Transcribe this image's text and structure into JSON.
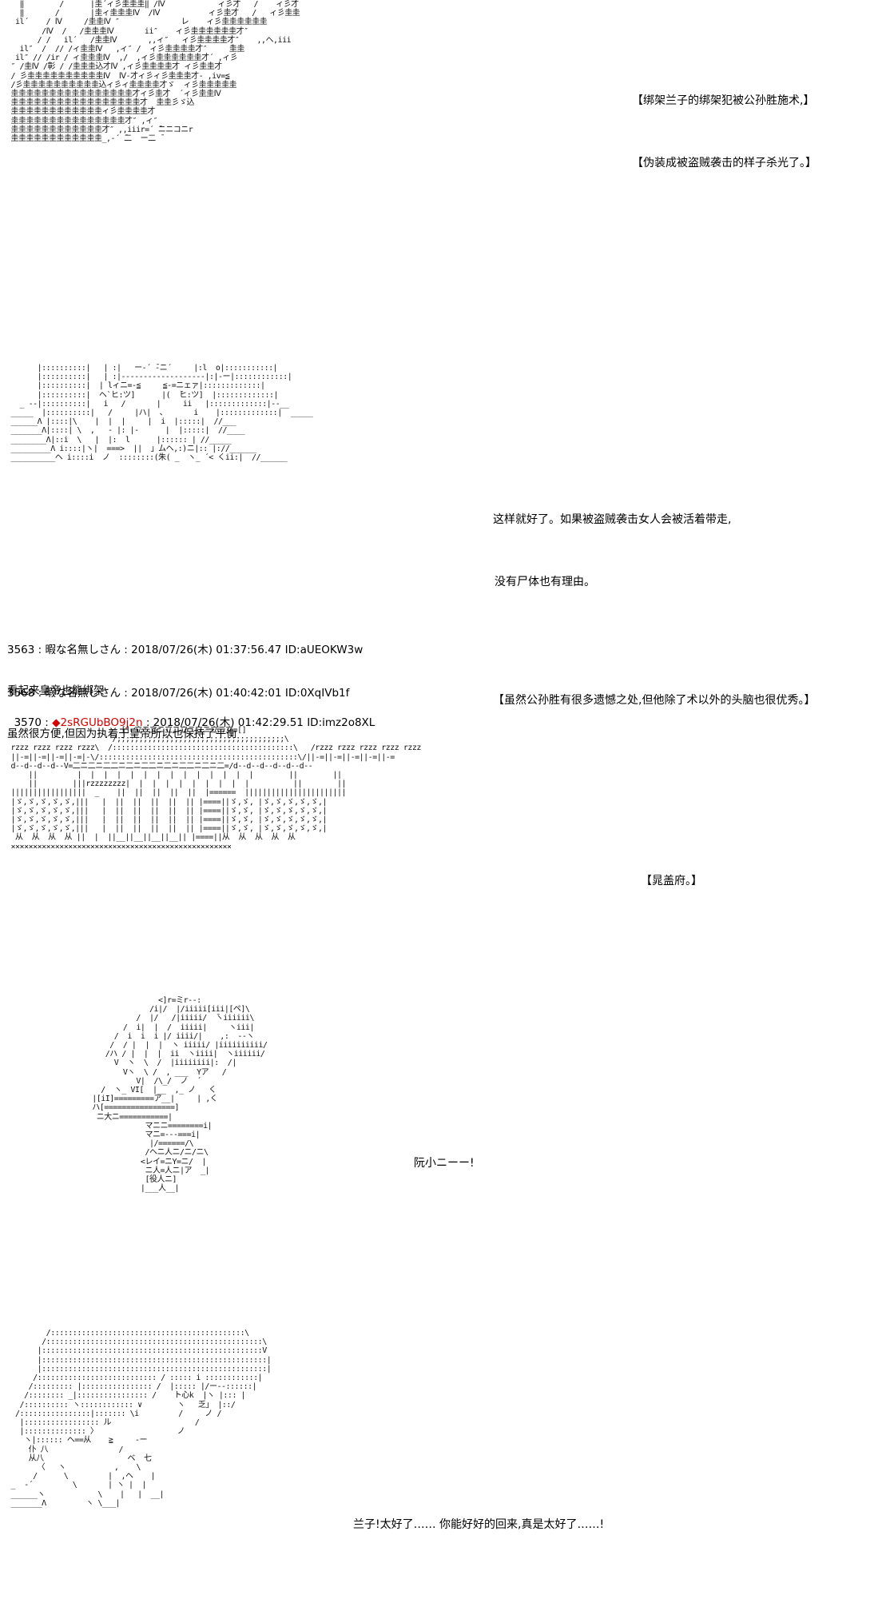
{
  "colors": {
    "background": "#ffffff",
    "text": "#000000",
    "trip": "#d40000"
  },
  "scene1": {
    "art": "   ‖        /      |圭´ィ彡圭圭圭‖ /Ⅳ            ィ彡才   /    ィ彡才\n   ‖       /       |圭ィ圭圭圭Ⅳ  /Ⅳ           ィ彡圭才   /   ィ彡圭圭\n  il´    / Ⅳ     /圭圭Ⅳ ″              レ    ィ彡圭圭圭圭圭圭\n        /Ⅳ  /   /圭圭圭Ⅳ       ii″    ィ彡圭圭圭圭圭圭才″\n       / /   il´   /圭圭Ⅳ       ,,ィ″   ィ彡圭圭圭圭才″    ,,ヘ,iii\n   il″  /  // /ィ圭圭Ⅳ   ,ィ″ /  ィ彡圭圭圭圭才″     ̄圭圭\n  il″ // /ir / ィ圭圭圭Ⅳ  ,/  ,ィ彡圭圭圭圭圭圭才´ ,ィ彡\n ″ /圭Ⅳ /彰 / /圭圭圭込才Ⅳ ,ィ彡圭圭圭圭才 ィ彡圭圭才\n / 彡圭圭圭圭圭圭圭圭圭圭Ⅳ  Ⅳ-才ィ彡ィ彡圭圭圭才- ,iv=≦\n /彡圭圭圭圭圭圭圭圭圭圭込ィ彡ィ圭圭圭圭才ゞ  ィ彡圭圭圭圭圭\n 圭圭圭圭圭圭圭圭圭圭圭圭圭圭圭圭才ィ彡圭才  ´ィ彡圭圭Ⅳ\n 圭圭圭圭圭圭圭圭圭圭圭圭圭圭圭圭圭才  圭圭彡ゞ込\n 圭圭圭圭圭圭圭圭圭圭圭圭ィ彡圭圭圭圭才\n 圭圭圭圭圭圭圭圭圭圭圭圭圭圭圭才″ ,ィ″\n 圭圭圭圭圭圭圭圭圭圭圭圭才″ ,,iiir=´ ̄ニニコニr\n 圭圭圭圭圭圭圭圭圭圭圭圭_,-´ ̄二  ー二 ̄",
    "lines": [
      "【绑架兰子的绑架犯被公孙胜施术,】",
      "【伪装成被盗贼袭击的样子杀光了。】"
    ]
  },
  "scene2": {
    "art": "       |::::::::::|   | :|   ー-´ ̄-ニ´     |:l  o|:::::::::::|\n       |::::::::::|   | :|-------------------|:|-ー|::::::::::::|\n       |::::::::::|  | lィニ=-≦     ≦-=ニェァ|:::::::::::::|\n       |::::::::::|  ヘ`ヒ:ツ]      |(  ̄ヒ:ツ]  |:::::::::::::|\n   _ -‐|::::::::::|   i   /       |     ii   |:::::::::::::|‐-__\n _____  |::::::::::|   /     |ハ|  、      i    |:::::::::::::|  _____\n ______Λ |::::|\\    |  |  |     |  i  |:::::|  //___\n _______Λ|::::| \\  ,   ‐ |: |-      |  |:::::|  //____\n ________Λ|::i  \\   |  |:  l      |:::::: | //_____\n _________Λ i::::|ヽ|  ===>  ||  」ムヘ,:)ニ|:: |://______\n __________ヘ i::::i  ノ  ::::::::(朱( _  ヽ_ ´< くii:|  //______",
    "lines": [
      "这样就好了。如果被盗贼袭击女人会被活着带走,",
      "没有尸体也有理由。",
      "",
      "【虽然公孙胜有很多遗憾之处,但他除了术以外的头脑也很优秀。】"
    ]
  },
  "posts": [
    {
      "header": "3563 : 暇な名無しさん : 2018/07/26(木) 01:37:56.47 ID:aUEOKW3w",
      "body": "看起来皇帝也能绑架"
    },
    {
      "header": "3568 : 暇な名無しさん : 2018/07/26(木) 01:40:42:01 ID:0XqIVb1f",
      "body": "虽然很方便,但因为执着于皇帝所以也保持了平衡"
    }
  ],
  "post3570": {
    "prefix": "3570 : ",
    "trip": "◆2sRGUbBO9j2n",
    "suffix": " : 2018/07/26(木) 01:42:29.51 ID:imz2o8XL"
  },
  "scene3": {
    "art": "                          []=立ニ立ニ立ニ立ニ立ニ立ニ立=[]\n                        /;;;;;;;;;;;;;;;;;;;;;;;;;;;;;;;;;;;;;;\\\n rzzz rzzz rzzz rzzz\\  /:::::::::::::::::::::::::::::::::::::::::\\   /rzzz rzzz rzzz rzzz rzzz\n ||-=||-=||-=||-=|-\\/:::::::::::::::::::::::::::::::::::::::::::::\\/||-=||-=||-=||-=||-=\n d--d--d--d--V=二ニ二ニ二二ニ二ニ二二ニ二ニ二二ニ二ニ二=/d--d--d--d--d--d--\n     ||         |  |  |  |  |  |  |  |  |  |  |  |  |  |        ||        ||\n     ||        |||rzzzzzzzz|  |  |  |  |  |  |  |  |  |          ||        ||\n |||||||||||||||||  _    ||  ||  ||  ||  ||  |======  |||||||||||||||||||||||\n |ゞ,ゞ,ゞ,ゞ,ゞ,|||   |  ||  ||  ||  ||  || |====||ゞ,ゞ, |ゞ,ゞ,ゞ,ゞ,ゞ,|\n |ゞ,ゞ,ゞ,ゞ,ゞ,|||   |  ||  ||  ||  ||  || |====||ゞ,ゞ, |ゞ,ゞ,ゞ,ゞ,ゞ,|\n |ゞ,ゞ,ゞ,ゞ,ゞ,|||   |  ||  ||  ||  ||  || |====||ゞ,ゞ, |ゞ,ゞ,ゞ,ゞ,ゞ,|\n |ゞ,ゞ,ゞ,ゞ,ゞ,|||   |  ||  ||  ||  ||  || |====||ゞ,ゞ, |ゞ,ゞ,ゞ,ゞ,ゞ,|\n  从  从  从  从 ||  |  ||__||__||__||__|| |====||从  从  从  从  从\n ××××××××××××××××××××××××××××××××××××××××××××××××××",
    "lines": [
      "【晁盖府。】"
    ]
  },
  "scene4": {
    "art": "                         <]r=ミr‐-:\n                       /i|/  |/iiiii[iii|[ペ]\\\n                    /  |/   /|iiiii/  ̄ヽiiiiii\\\n                 /  i|  |  /  iiiii|     ヽiii|\n               /  i  i  i |/ iiii/|    ,:  -‐ヽ\n              /  / |  |  |  ヽ iiiii/ |iiiiiiiiii/\n             /ハ / |  |  |  ii  ヽiiii|  ヽiiiiii/\n               V  ヽ  \\  /  |iiiiiiii|:  /|\n                 Vヽ  \\ /  , ___  Yア   /\n                    V|  /\\_/  ノ  ´\n            /  ヽ_ VI[  |__  ,_ ノ   く\n          |[iI]=========ア__|     | ,く\n          ハ[================]\n           ニ大ニ===========|\n                      マニニ========i|\n                      マニ=-‐‐===i|\n                       |/======/\\\n                      /ヘニ人ニ/ニ/ニ\\\n                     <レイ=ニY=ニ/  |\n                      ニ人=人ニ|ア  _|\n                      [役人ニ]\n                     |___人__|",
    "lines": [
      "阮小ニーー!"
    ]
  },
  "scene5": {
    "art": "         /::::::::::::::::::::::::::::::::::::::::::::\\\n        /:::::::::::::::::::::::::::::::::::::::::::::::::\\\n       |::::::::::::::::::::::::::::::::::::::::::::::::::V\n       |:::::::::::::::::::::::::::::::::::::::::::::::::::|\n       |:::::::::::::::::::::::::::::::::::::::::::::::::::|\n      /::::::::::::::::::::::::::: / ::::: i ::::::::::::|\n     /::::::::: |:::::::::::::::: /  |::::: |/ー‐‐::::::|\n    /:::::::: _|:::::::::::::::: /    ト心k  |ヽ |::: |\n   /:::::::::: ヽ:::::::::::: ∨        ヽ   乏」 |::/\n  /::::::::::::::::|::::::: \\i         /     ノ /\n   |::::::::::::::::: ル                   /\n   |:::::::::::::: 〉                  ノ\n    ヽ|:::::: ヘ==从    ≧     ‐ー\n     仆 八                /\n     从八                   ベ  七\n       〈   ヽ           ,    \\\n      /      \\         |  ,ヘ    |\n _  ‐´         \\       | ヽ |  |\n ______ヽ            \\    |   |  __|\n _______Λ         ヽ \\___|",
    "lines": [
      "兰子!太好了…… 你能好好的回来,真是太好了……!"
    ]
  }
}
